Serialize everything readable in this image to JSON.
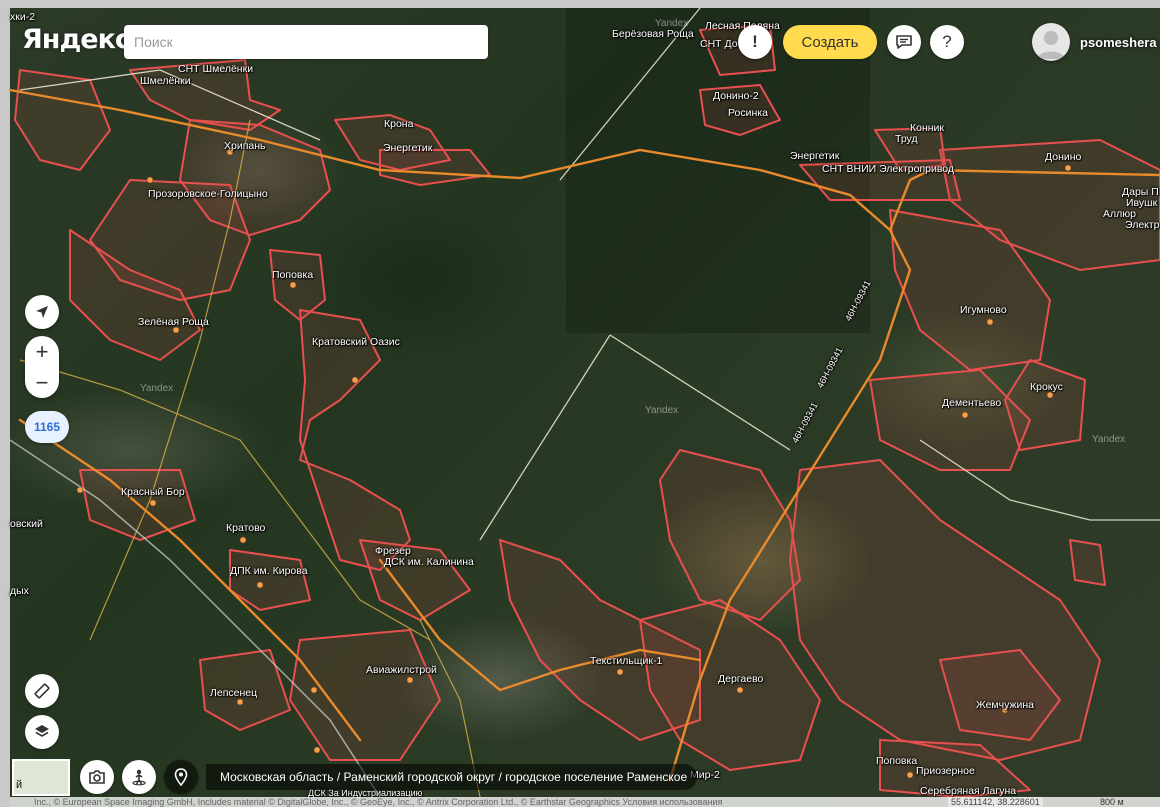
{
  "header": {
    "logo": "Яндекс",
    "search_placeholder": "Поиск",
    "create_label": "Создать",
    "alert_label": "!",
    "help_label": "?",
    "username": "psomeshera"
  },
  "controls": {
    "objects_count": "1165",
    "zoom_in": "+",
    "zoom_out": "−"
  },
  "breadcrumb": "Московская область / Раменский городской округ / городское поселение Раменское",
  "minimap_label": "й",
  "footer": {
    "copyright": "Inc., © European Space Imaging GmbH, Includes material © DigitalGlobe, Inc., © GeoEye, Inc., © Antrix Corporation Ltd., © Earthstar Geographics Условия использования",
    "coords": "55.611142, 38.228601",
    "scale": "800 м"
  },
  "roads": [
    "46Н-09341",
    "46Н-09341",
    "46Н-09341"
  ],
  "watermarks": [
    "Yandex",
    "Yandex",
    "Yandex",
    "Yandex"
  ],
  "places": [
    "хки-2",
    "СНТ Шмелёнки",
    "Шмелёнки",
    "Берёзовая Роща",
    "Лесная Поляна",
    "СНТ До",
    "Донино-2",
    "Росинка",
    "Крона",
    "Энергетик",
    "Хрипань",
    "Конник",
    "Труд",
    "Энергетик",
    "СНТ ВНИИ Электропривод",
    "Донино",
    "Дары П",
    "Ивушк",
    "Аллюр",
    "Электр",
    "Прозоровское-Голицыно",
    "Поповка",
    "Игумново",
    "Зелёная Роща",
    "Кратовский Оазис",
    "Крокус",
    "Дементьево",
    "Красный Бор",
    "овский",
    "Кратово",
    "Фрезер",
    "ДСК им. Калинина",
    "ДПК им. Кирова",
    "дых",
    "Авиажилстрой",
    "Текстильщик-1",
    "Дергаево",
    "Лепсенец",
    "Жемчужина",
    "Поповка",
    "Приозерное",
    "Серебряная Лагуна",
    "Мир-2",
    "ДСК За Индустриализацию"
  ]
}
